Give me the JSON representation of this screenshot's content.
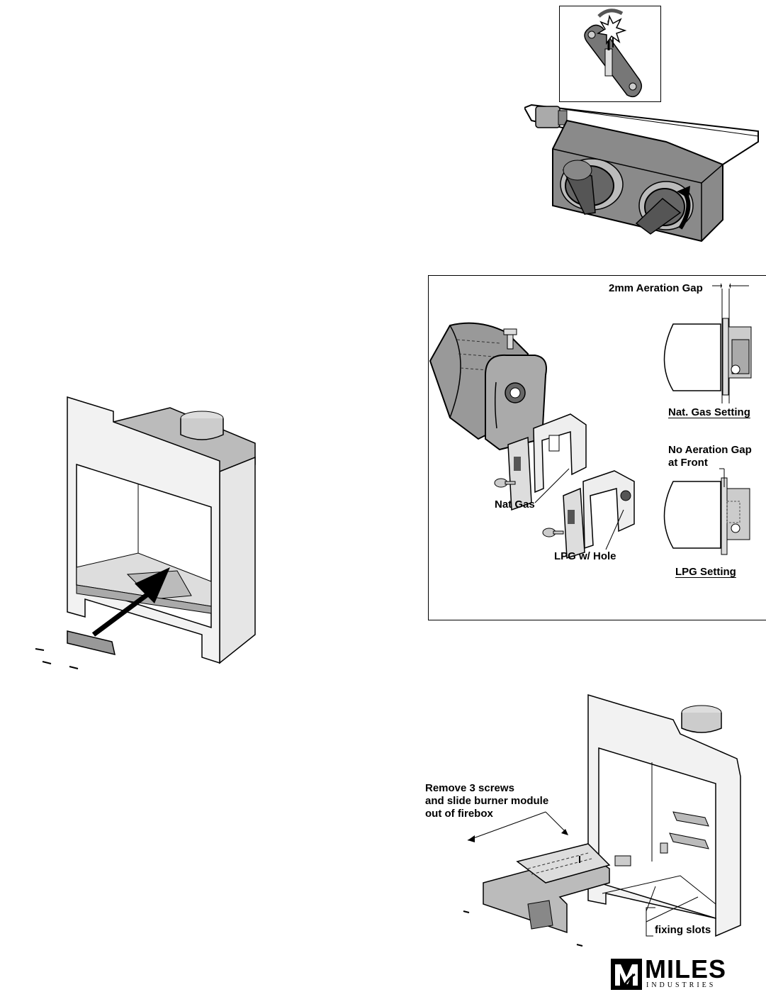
{
  "aeration_figure": {
    "gap_label": "2mm Aeration Gap",
    "nat_gas_setting": "Nat. Gas Setting",
    "no_gap_label_line1": "No Aeration Gap",
    "no_gap_label_line2": "at Front",
    "lpg_setting": "LPG Setting",
    "nat_gas_shutter": "Nat Gas",
    "lpg_shutter": "LPG w/  Hole"
  },
  "removal_figure": {
    "instruction_line1": "Remove 3 screws",
    "instruction_line2": "and slide burner module",
    "instruction_line3": "out of firebox",
    "fixing_slots": "fixing slots"
  },
  "logo": {
    "brand": "MILES",
    "sub": "INDUSTRIES"
  }
}
